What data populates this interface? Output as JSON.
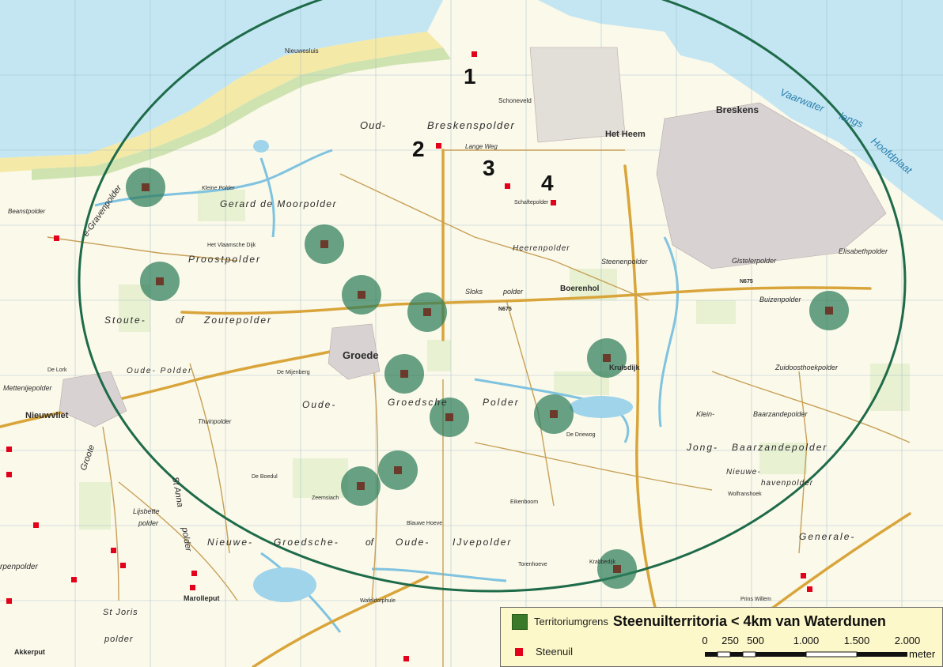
{
  "place_labels": [
    {
      "id": "nieuwesluis",
      "text": "Nieuwesluis"
    },
    {
      "id": "schoneveld",
      "text": "Schoneveld"
    },
    {
      "id": "breskens",
      "text": "Breskens"
    },
    {
      "id": "oud",
      "text": "Oud-"
    },
    {
      "id": "breskenspolder",
      "text": "Breskenspolder"
    },
    {
      "id": "het-heem",
      "text": "Het Heem"
    },
    {
      "id": "gerard",
      "text": "Gerard de Moorpolder"
    },
    {
      "id": "proostpolder",
      "text": "Proostpolder"
    },
    {
      "id": "heerenpolder",
      "text": "Heerenpolder"
    },
    {
      "id": "steenenpolder",
      "text": "Steenenpolder"
    },
    {
      "id": "elisabethpolder",
      "text": "Elisabethpolder"
    },
    {
      "id": "gistelerpolder",
      "text": "Gistelerpolder"
    },
    {
      "id": "boerenhol",
      "text": "Boerenhol"
    },
    {
      "id": "sloks",
      "text": "Sloks"
    },
    {
      "id": "polder1",
      "text": "polder"
    },
    {
      "id": "buizenpolder",
      "text": "Buizenpolder"
    },
    {
      "id": "stoute",
      "text": "Stoute-"
    },
    {
      "id": "of1",
      "text": "of"
    },
    {
      "id": "zoutepolder",
      "text": "Zoutepolder"
    },
    {
      "id": "groede",
      "text": "Groede"
    },
    {
      "id": "kruisdijk",
      "text": "Kruisdijk"
    },
    {
      "id": "zuidoosthoekpolder",
      "text": "Zuidoosthoekpolder"
    },
    {
      "id": "oude-polder",
      "text": "Oude-    Polder"
    },
    {
      "id": "oude",
      "text": "Oude-"
    },
    {
      "id": "groedsche",
      "text": "Groedsche"
    },
    {
      "id": "polder2",
      "text": "Polder"
    },
    {
      "id": "nieuwvliet",
      "text": "Nieuwvliet"
    },
    {
      "id": "mettenijepolder",
      "text": "Mettenijepolder"
    },
    {
      "id": "jong",
      "text": "Jong-"
    },
    {
      "id": "baarzandepolder",
      "text": "Baarzandepolder"
    },
    {
      "id": "baarzandepolder2",
      "text": "Baarzandepolder"
    },
    {
      "id": "klein",
      "text": "Klein-"
    },
    {
      "id": "nieuwe-havenpolder",
      "text": "Nieuwe-"
    },
    {
      "id": "havenpolder",
      "text": "havenpolder"
    },
    {
      "id": "groote",
      "text": "Groote"
    },
    {
      "id": "st-anna",
      "text": "St Anna"
    },
    {
      "id": "polder3",
      "text": "polder"
    },
    {
      "id": "lijsbette",
      "text": "Lijsbette"
    },
    {
      "id": "polder4",
      "text": "polder"
    },
    {
      "id": "nieuwe",
      "text": "Nieuwe-"
    },
    {
      "id": "groedsche2",
      "text": "Groedsche-"
    },
    {
      "id": "of2",
      "text": "of"
    },
    {
      "id": "oude2",
      "text": "Oude-"
    },
    {
      "id": "ijvepolder",
      "text": "IJvepolder"
    },
    {
      "id": "generale",
      "text": "Generale-"
    },
    {
      "id": "marolleput",
      "text": "Marolleput"
    },
    {
      "id": "akkerput",
      "text": "Akkerput"
    },
    {
      "id": "st-joris",
      "text": "St Joris"
    },
    {
      "id": "polder5",
      "text": "polder"
    },
    {
      "id": "rpenpolder",
      "text": "rpenpolder"
    },
    {
      "id": "grave",
      "text": "e-Gravenpolder"
    },
    {
      "id": "beanstpolder",
      "text": "Beanstpolder"
    },
    {
      "id": "vaarwater",
      "text": "Vaarwater"
    },
    {
      "id": "langs",
      "text": "langs"
    },
    {
      "id": "hoofdplaat",
      "text": "Hoofdplaat"
    },
    {
      "id": "wolfram",
      "text": "Wolfranshoek"
    },
    {
      "id": "eikenboom",
      "text": "Eikenboom"
    },
    {
      "id": "de-driewog",
      "text": "De Driewog"
    },
    {
      "id": "torenhoeve",
      "text": "Torenhoeve"
    },
    {
      "id": "de-mijenberg",
      "text": "De Mijenberg"
    },
    {
      "id": "thuinpolder",
      "text": "Thuinpolder"
    },
    {
      "id": "de-lork",
      "text": "De Lork"
    },
    {
      "id": "de-boedul",
      "text": "De Boedul"
    },
    {
      "id": "zeemsiach",
      "text": "Zeemsiach"
    },
    {
      "id": "blauwe-hoeve",
      "text": "Blauwe Hoeve"
    },
    {
      "id": "wolphovel",
      "text": "Wafeldorphule"
    },
    {
      "id": "krabbedijk",
      "text": "Krabbedijk"
    },
    {
      "id": "prins-willem",
      "text": "Prins Willem"
    },
    {
      "id": "lange-weg",
      "text": "Lange      Weg"
    },
    {
      "id": "schaftepolder",
      "text": "Schaftepolder"
    },
    {
      "id": "kleine-polder",
      "text": "Kleine Polder"
    },
    {
      "id": "het-vlaamsche",
      "text": "Het Vlaamsche Dijk"
    },
    {
      "id": "n675",
      "text": "N675"
    },
    {
      "id": "n675b",
      "text": "N675"
    }
  ],
  "sighting_numbers": [
    {
      "id": "1",
      "text": "1"
    },
    {
      "id": "2",
      "text": "2"
    },
    {
      "id": "3",
      "text": "3"
    },
    {
      "id": "4",
      "text": "4"
    }
  ],
  "territories": [
    {
      "id": "t1"
    },
    {
      "id": "t2"
    },
    {
      "id": "t3"
    },
    {
      "id": "t4"
    },
    {
      "id": "t5"
    },
    {
      "id": "t6"
    },
    {
      "id": "t7"
    },
    {
      "id": "t8"
    },
    {
      "id": "t9"
    },
    {
      "id": "t10"
    },
    {
      "id": "t11"
    },
    {
      "id": "t12"
    },
    {
      "id": "t13"
    },
    {
      "id": "t14"
    },
    {
      "id": "t15"
    },
    {
      "id": "t16"
    }
  ],
  "legend": {
    "territory_label": "Territoriumgrens",
    "title": "Steenuilterritoria < 4km van Waterdunen",
    "owl_label": "Steenuil",
    "scale_ticks": [
      "0",
      "250",
      "500",
      "1.000",
      "1.500",
      "2.000"
    ],
    "scale_unit": "meter"
  },
  "colors": {
    "territory_fill": "#2e7d5a",
    "buffer_ring": "#1e6b4a",
    "owl_marker": "#e3001b",
    "sea": "#c4e6f2",
    "land": "#fbf9ea",
    "legend_bg": "#fdf8c9"
  }
}
